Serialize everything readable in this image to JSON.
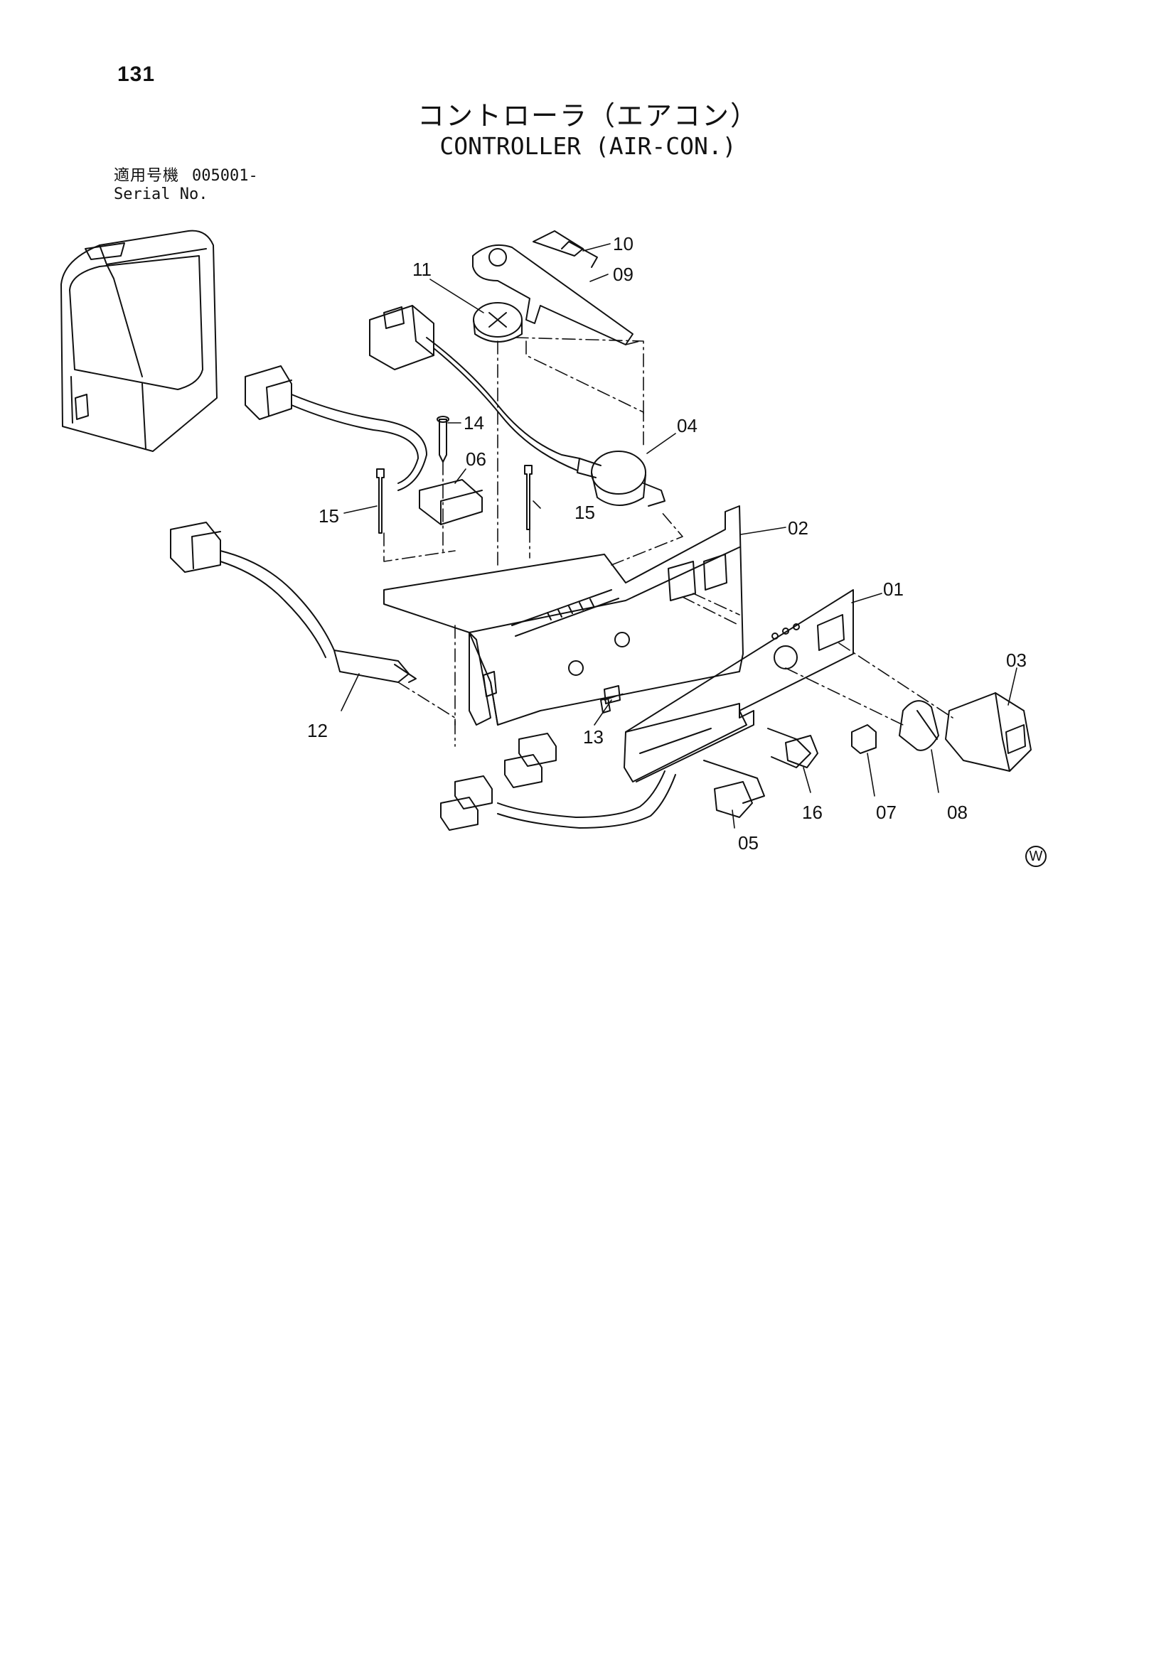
{
  "page_number": "131",
  "title_ja": "コントローラ（エアコン）",
  "title_en": "CONTROLLER (AIR-CON.)",
  "serial": {
    "label_ja": "適用号機",
    "value": "005001-",
    "label_en": "Serial No."
  },
  "callouts": {
    "c01": "01",
    "c02": "02",
    "c03": "03",
    "c04": "04",
    "c05": "05",
    "c06": "06",
    "c07": "07",
    "c08": "08",
    "c09": "09",
    "c10": "10",
    "c11": "11",
    "c12": "12",
    "c13": "13",
    "c14": "14",
    "c15a": "15",
    "c15b": "15",
    "c16": "16"
  },
  "copyright_mark": "W"
}
